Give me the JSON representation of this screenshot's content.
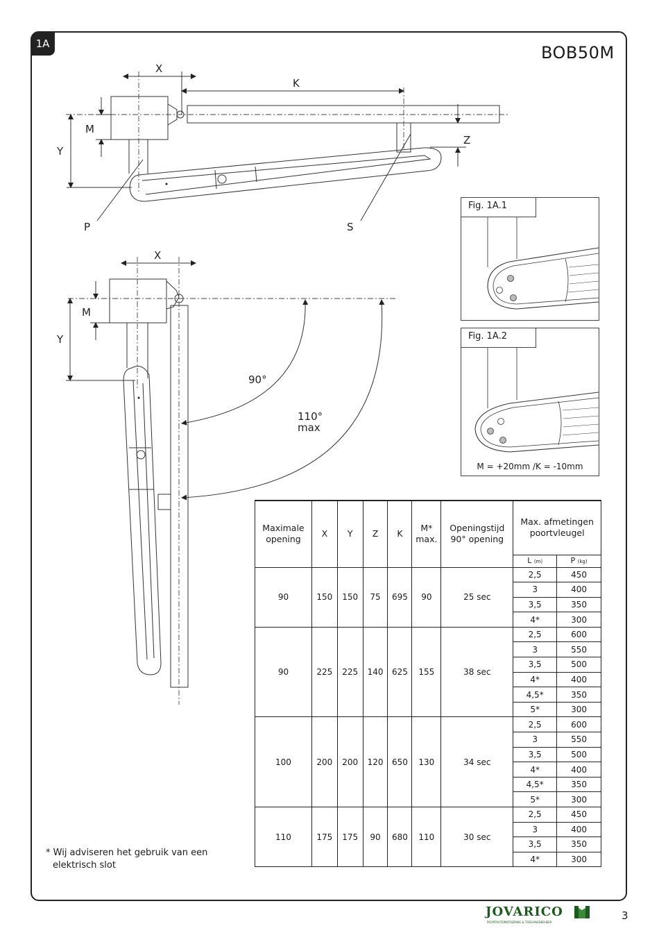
{
  "section_tab": "1A",
  "model": "BOB50M",
  "drawing_labels": {
    "x": "X",
    "k": "K",
    "m": "M",
    "y": "Y",
    "z": "Z",
    "p": "P",
    "s": "S",
    "angle_90": "90°",
    "angle_110": "110°",
    "angle_110_max": "max"
  },
  "figures": {
    "fig1": {
      "label": "Fig. 1A.1"
    },
    "fig2": {
      "label": "Fig. 1A.2",
      "caption": "M = +20mm /K = -10mm"
    }
  },
  "table": {
    "headers": {
      "opening": "Maximale opening",
      "x": "X",
      "y": "Y",
      "z": "Z",
      "k": "K",
      "m_max": "M* max.",
      "time": "Openingstijd 90° opening",
      "dims": "Max. afmetingen poortvleugel",
      "l": "L",
      "l_unit": "(m)",
      "p": "P",
      "p_unit": "(kg)"
    },
    "groups": [
      {
        "opening": "90",
        "x": "150",
        "y": "150",
        "z": "75",
        "k": "695",
        "m": "90",
        "time": "25 sec",
        "rows": [
          {
            "l": "2,5",
            "p": "450"
          },
          {
            "l": "3",
            "p": "400"
          },
          {
            "l": "3,5",
            "p": "350"
          },
          {
            "l": "4*",
            "p": "300"
          }
        ]
      },
      {
        "opening": "90",
        "x": "225",
        "y": "225",
        "z": "140",
        "k": "625",
        "m": "155",
        "time": "38 sec",
        "rows": [
          {
            "l": "2,5",
            "p": "600"
          },
          {
            "l": "3",
            "p": "550"
          },
          {
            "l": "3,5",
            "p": "500"
          },
          {
            "l": "4*",
            "p": "400"
          },
          {
            "l": "4,5*",
            "p": "350"
          },
          {
            "l": "5*",
            "p": "300"
          }
        ]
      },
      {
        "opening": "100",
        "x": "200",
        "y": "200",
        "z": "120",
        "k": "650",
        "m": "130",
        "time": "34 sec",
        "rows": [
          {
            "l": "2,5",
            "p": "600"
          },
          {
            "l": "3",
            "p": "550"
          },
          {
            "l": "3,5",
            "p": "500"
          },
          {
            "l": "4*",
            "p": "400"
          },
          {
            "l": "4,5*",
            "p": "350"
          },
          {
            "l": "5*",
            "p": "300"
          }
        ]
      },
      {
        "opening": "110",
        "x": "175",
        "y": "175",
        "z": "90",
        "k": "680",
        "m": "110",
        "time": "30 sec",
        "rows": [
          {
            "l": "2,5",
            "p": "450"
          },
          {
            "l": "3",
            "p": "400"
          },
          {
            "l": "3,5",
            "p": "350"
          },
          {
            "l": "4*",
            "p": "300"
          }
        ]
      }
    ]
  },
  "footnote": {
    "line1": "* Wij adviseren het gebruik van een",
    "line2": "elektrisch slot"
  },
  "brand": {
    "name": "JOVARICO",
    "tagline": "POORTAUTOMATISERING & TOEGANGSBEHEER"
  },
  "page_number": "3"
}
